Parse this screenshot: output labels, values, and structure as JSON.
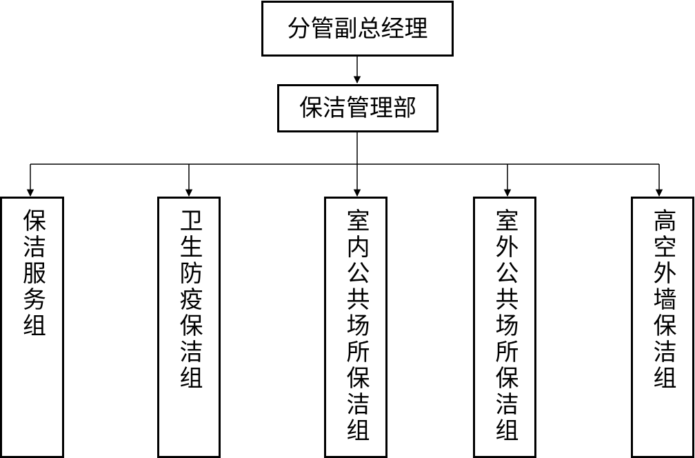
{
  "diagram": {
    "root": {
      "label": "分管副总经理"
    },
    "department": {
      "label": "保洁管理部"
    },
    "groups": [
      {
        "label": "保洁服务组"
      },
      {
        "label": "卫生防疫保洁组"
      },
      {
        "label": "室内公共场所保洁组"
      },
      {
        "label": "室外公共场所保洁组"
      },
      {
        "label": "高空外墙保洁组"
      }
    ],
    "colors": {
      "line": "#000000",
      "box_border": "#000000",
      "background": "#ffffff"
    }
  }
}
